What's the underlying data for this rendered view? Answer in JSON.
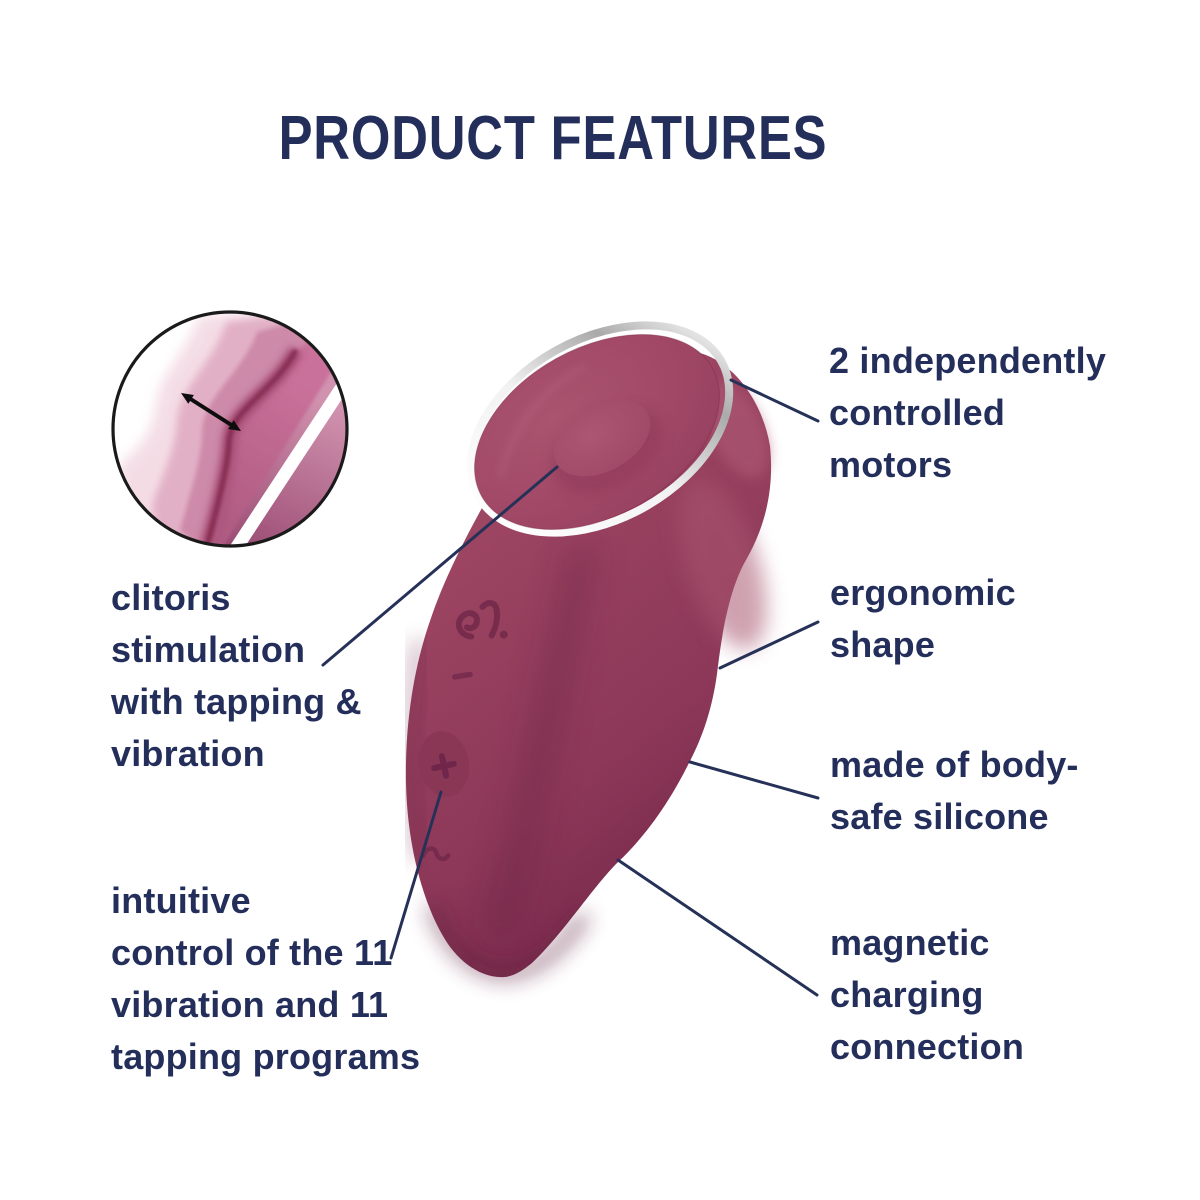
{
  "title": "PRODUCT FEATURES",
  "features": {
    "motors": {
      "lines": [
        "2 independently",
        "controlled",
        "motors"
      ]
    },
    "clitoris": {
      "lines": [
        "clitoris",
        "stimulation",
        "with tapping &",
        "vibration"
      ]
    },
    "ergonomic": {
      "lines": [
        "ergonomic",
        "shape"
      ]
    },
    "silicone": {
      "lines": [
        "made of body-",
        "safe silicone"
      ]
    },
    "intuitive": {
      "lines": [
        "intuitive",
        "control of the 11",
        "vibration and 11",
        "tapping programs"
      ]
    },
    "magnetic": {
      "lines": [
        "magnetic",
        "charging",
        "connection"
      ]
    }
  },
  "product": {
    "brand_logo": "sf",
    "minus_glyph": "-",
    "plus_glyph": "+"
  },
  "icons": {
    "tapping_arrow": "double-headed arrow",
    "power_wave": "wave squiggle"
  },
  "colors": {
    "navy_text": "#232e5a",
    "leader_line": "#263158",
    "berry_body": "#98415f",
    "berry_dark": "#6c2343",
    "silver_ring": "#cfcfcf",
    "inset_pink": "#cd8aa9",
    "inset_outline": "#1a1a1a",
    "background": "#ffffff"
  }
}
